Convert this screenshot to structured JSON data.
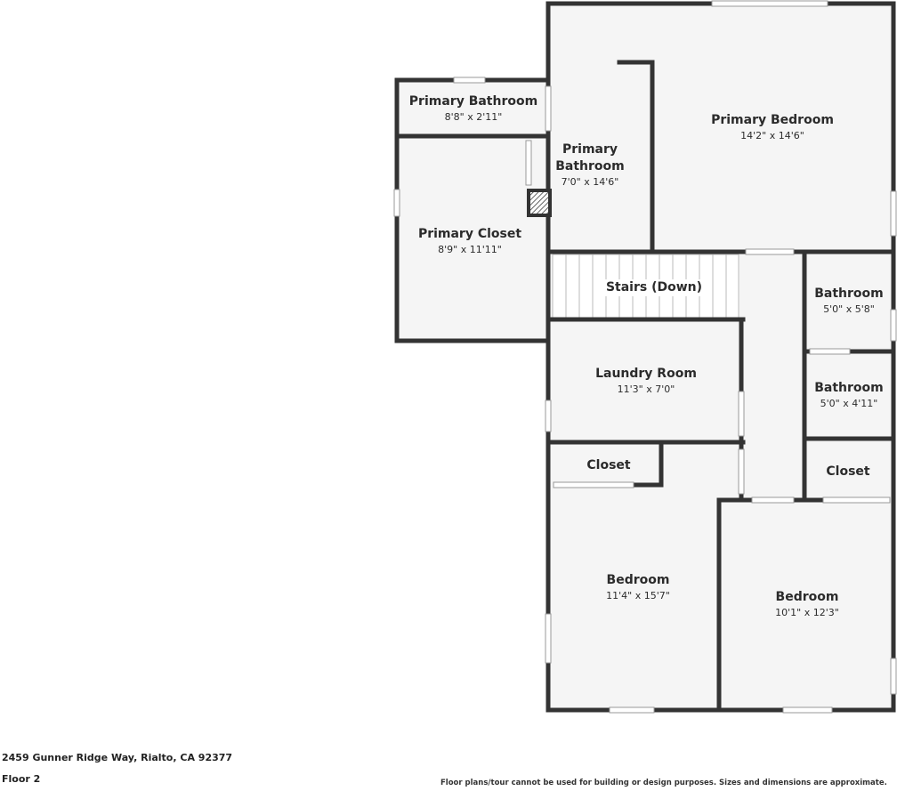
{
  "rooms": [
    {
      "name": "Primary Bathroom",
      "dims": "8'8\" x 2'11\""
    },
    {
      "name": "Primary Bathroom",
      "dims": "7'0\" x 14'6\""
    },
    {
      "name": "Primary Bedroom",
      "dims": "14'2\" x 14'6\""
    },
    {
      "name": "Primary Closet",
      "dims": "8'9\" x 11'11\""
    },
    {
      "name": "Stairs (Down)",
      "dims": ""
    },
    {
      "name": "Bathroom",
      "dims": "5'0\" x 5'8\""
    },
    {
      "name": "Laundry Room",
      "dims": "11'3\" x 7'0\""
    },
    {
      "name": "Bathroom",
      "dims": "5'0\" x 4'11\""
    },
    {
      "name": "Closet",
      "dims": ""
    },
    {
      "name": "Closet",
      "dims": ""
    },
    {
      "name": "Bedroom",
      "dims": "11'4\" x 15'7\""
    },
    {
      "name": "Bedroom",
      "dims": "10'1\" x 12'3\""
    }
  ],
  "footer": {
    "address": "2459 Gunner Ridge Way, Rialto, CA 92377",
    "floor": "Floor 2",
    "disclaimer": "Floor plans/tour cannot be used for building or design purposes. Sizes and dimensions are approximate."
  },
  "colors": {
    "wall": "#333333",
    "floor": "#f5f5f5"
  }
}
